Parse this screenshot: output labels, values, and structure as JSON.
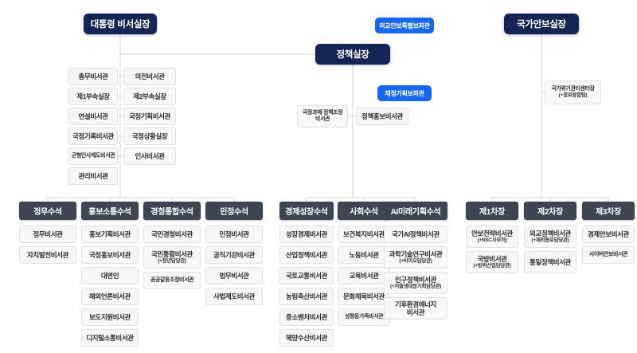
{
  "palette": {
    "navy": "#152452",
    "blue": "#1668f2",
    "header_gray": "#3f4650",
    "box_bg": "#f7f7f7",
    "box_border": "#e2e2e2",
    "connector_line": "#d8d8d8"
  },
  "top_offices": {
    "chief_of_staff": "대통령 비서실장",
    "policy_director": "정책실장",
    "national_security_director": "국가안보실장"
  },
  "advisors": {
    "foreign_security_special": "외교안보특별보좌관",
    "fiscal_planning": "재정기획보좌관"
  },
  "chief_direct": {
    "col1": [
      {
        "label": "총무비서관"
      },
      {
        "label": "제1부속실장"
      },
      {
        "label": "연설비서관"
      },
      {
        "label": "국정기록비서관"
      },
      {
        "label": "균형인사제도비서관"
      },
      {
        "label": "관리비서관"
      }
    ],
    "col2": [
      {
        "label": "의전비서관"
      },
      {
        "label": "제2부속실장"
      },
      {
        "label": "국정기획비서관"
      },
      {
        "label": "국정상황실장"
      },
      {
        "label": "인사비서관"
      }
    ]
  },
  "policy_direct": [
    {
      "label": "국정과제·정책조정\n비서관"
    },
    {
      "label": "정책홍보비서관"
    }
  ],
  "security_direct": {
    "label": "국가위기관리센터장",
    "sub": "(+정보융합팀)"
  },
  "groups": [
    {
      "header": "정무수석",
      "items": [
        {
          "label": "정무비서관"
        },
        {
          "label": "자치발전비서관"
        }
      ]
    },
    {
      "header": "홍보소통수석",
      "items": [
        {
          "label": "홍보기획비서관"
        },
        {
          "label": "국정홍보비서관"
        },
        {
          "label": "대변인"
        },
        {
          "label": "해외언론비서관"
        },
        {
          "label": "보도지원비서관"
        },
        {
          "label": "디지털소통비서관"
        }
      ]
    },
    {
      "header": "경청통합수석",
      "items": [
        {
          "label": "국민경청비서관"
        },
        {
          "label": "국민통합비서관",
          "sub": "(+청년담당관)"
        },
        {
          "label": "공공갈등조정비서관"
        }
      ]
    },
    {
      "header": "민정수석",
      "items": [
        {
          "label": "민정비서관"
        },
        {
          "label": "공직기강비서관"
        },
        {
          "label": "법무비서관"
        },
        {
          "label": "사법제도비서관"
        }
      ]
    },
    {
      "header": "경제성장수석",
      "items": [
        {
          "label": "성장경제비서관"
        },
        {
          "label": "산업정책비서관"
        },
        {
          "label": "국토교통비서관"
        },
        {
          "label": "농림축산비서관"
        },
        {
          "label": "중소벤처비서관"
        },
        {
          "label": "해양수산비서관"
        }
      ]
    },
    {
      "header": "사회수석",
      "items": [
        {
          "label": "보건복지비서관"
        },
        {
          "label": "노동비서관"
        },
        {
          "label": "교육비서관"
        },
        {
          "label": "문화체육비서관"
        },
        {
          "label": "성평등가족비서관"
        }
      ]
    },
    {
      "header": "AI미래기획수석",
      "items": [
        {
          "label": "국가AI정책비서관"
        },
        {
          "label": "과학기술연구비서관",
          "sub": "(+바이오담당관)"
        },
        {
          "label": "인구정책비서관",
          "sub": "(+저출생대응기획담당관)"
        },
        {
          "label": "기후환경에너지\n비서관"
        }
      ]
    },
    {
      "header": "제1차장",
      "items": [
        {
          "label": "안보전략비서관",
          "sub": "(+NSC사무처)"
        },
        {
          "label": "국방비서관",
          "sub": "(+방위산업담당관)"
        }
      ]
    },
    {
      "header": "제2차장",
      "items": [
        {
          "label": "외교정책비서관",
          "sub": "(+재외동포담당관)"
        },
        {
          "label": "통일정책비서관"
        }
      ]
    },
    {
      "header": "제3차장",
      "items": [
        {
          "label": "경제안보비서관"
        },
        {
          "label": "사이버안보비서관"
        }
      ]
    }
  ]
}
